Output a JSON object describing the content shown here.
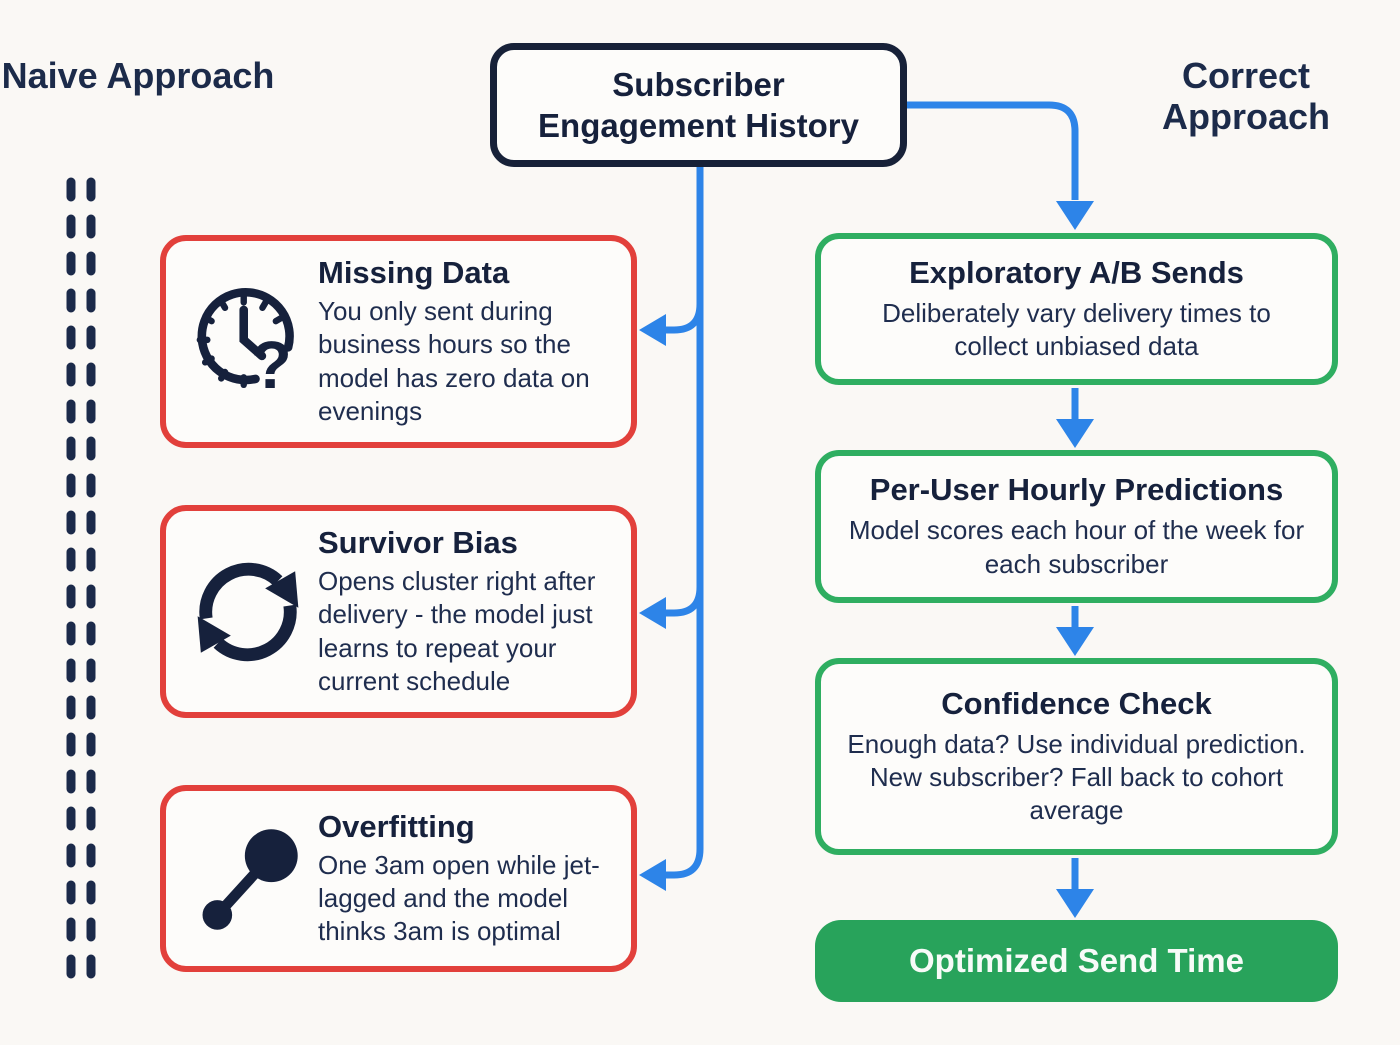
{
  "headers": {
    "naive": "Naive Approach",
    "correct": "Correct Approach"
  },
  "source_box": {
    "title": "Subscriber Engagement History"
  },
  "naive_column": {
    "items": [
      {
        "icon": "clock-question-icon",
        "title": "Missing Data",
        "body": "You only sent during business hours so the model has zero data on evenings"
      },
      {
        "icon": "cycle-arrows-icon",
        "title": "Survivor Bias",
        "body": "Opens cluster right after delivery - the model just learns to repeat your current schedule"
      },
      {
        "icon": "node-link-icon",
        "title": "Overfitting",
        "body": "One 3am open while jet-lagged and the model thinks 3am is optimal"
      }
    ]
  },
  "correct_column": {
    "items": [
      {
        "title": "Exploratory A/B Sends",
        "body": "Deliberately vary delivery times to collect unbiased data"
      },
      {
        "title": "Per-User Hourly Predictions",
        "body": "Model scores each hour of the week for each subscriber"
      },
      {
        "title": "Confidence Check",
        "body": "Enough data? Use individual prediction. New subscriber? Fall back to cohort average"
      }
    ],
    "result": {
      "title": "Optimized Send Time"
    }
  },
  "colors": {
    "background": "#faf8f5",
    "navy": "#1c2b4a",
    "red": "#e2403b",
    "green_border": "#2fae61",
    "green_fill": "#28a35b",
    "blue": "#2d84e8"
  }
}
